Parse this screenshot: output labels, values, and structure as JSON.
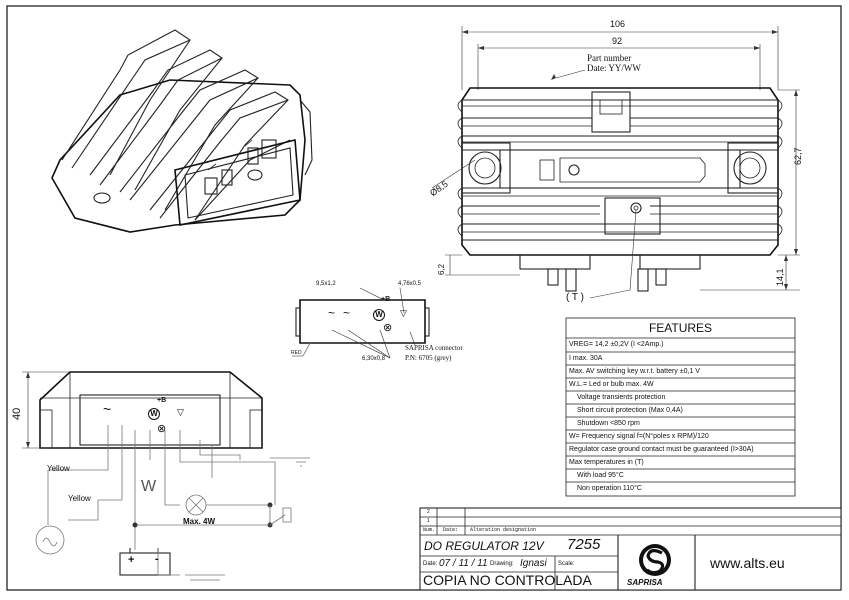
{
  "dimensions": {
    "total_width": "106",
    "inner_width": "92",
    "height_627": "62,7",
    "height_62": "6,2",
    "height_141": "14,1",
    "hole_dia": "Ø8,5",
    "side_height": "40"
  },
  "part_number": {
    "line1": "Part number",
    "line2": "Date: YY/WW"
  },
  "thermal_label": "( T )",
  "connector": {
    "dim_95": "9,5x1,2",
    "dim_476": "4,76x0,5",
    "dim_630": "6,30x0,8",
    "red": "RED",
    "name": "SAPRISA connector",
    "pn": "P.N: 6705 (grey)"
  },
  "features": {
    "title": "FEATURES",
    "rows": [
      "VREG= 14,2 ±0,2V (I <2Amp.)",
      "I max. 30A",
      "Max. AV switching key w.r.t. battery  ±0,1 V",
      "W.L.= Led or bulb max. 4W",
      "Voltage transients protection",
      "Short circuit protection (Max 0,4A)",
      "Shutdown <850 rpm",
      "W= Frequency signal f=(N°poles x RPM)/120",
      "Regulator case ground contact must be guaranteed (I>30A)",
      "Max temperatures in (T)",
      "With load 95°C",
      "Non operation 110°C"
    ]
  },
  "wiring": {
    "yellow1": "Yellow",
    "yellow2": "Yellow",
    "w_label": "W",
    "lamp_label": "Max. 4W",
    "plus": "+",
    "minus": "-"
  },
  "pin_symbols": {
    "ac": "~",
    "w": "W",
    "plus_b": "+B",
    "ground": "⊗",
    "key": "▽"
  },
  "title_block": {
    "rev2": "2",
    "rev1": "1",
    "num_label": "Num.",
    "date_label": "Date:",
    "alt_label": "Alteration designation",
    "title": "DO REGULATOR 12V",
    "number": "7255",
    "date_prefix": "Date:",
    "date": "07 / 11 / 11",
    "drawing_label": "Drawing:",
    "drawer": "Ignasi",
    "scale_label": "Scale:",
    "stamp": "COPIA NO CONTROLADA",
    "company": "SAPRISA",
    "website": "www.alts.eu"
  }
}
